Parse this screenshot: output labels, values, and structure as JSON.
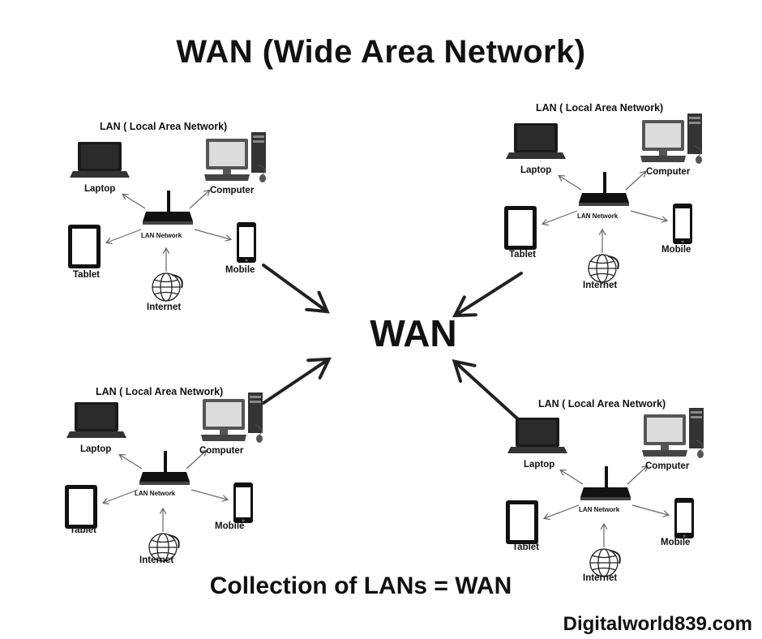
{
  "title": "WAN (Wide Area Network)",
  "center_label": "WAN",
  "footer": {
    "equation": "Collection of LANs = WAN"
  },
  "watermark": "Digitalworld839.com",
  "lan": {
    "title": "LAN ( Local Area Network)",
    "router_label": "LAN Network",
    "devices": {
      "laptop": "Laptop",
      "computer": "Computer",
      "tablet": "Tablet",
      "mobile": "Mobile",
      "internet": "Internet"
    }
  }
}
